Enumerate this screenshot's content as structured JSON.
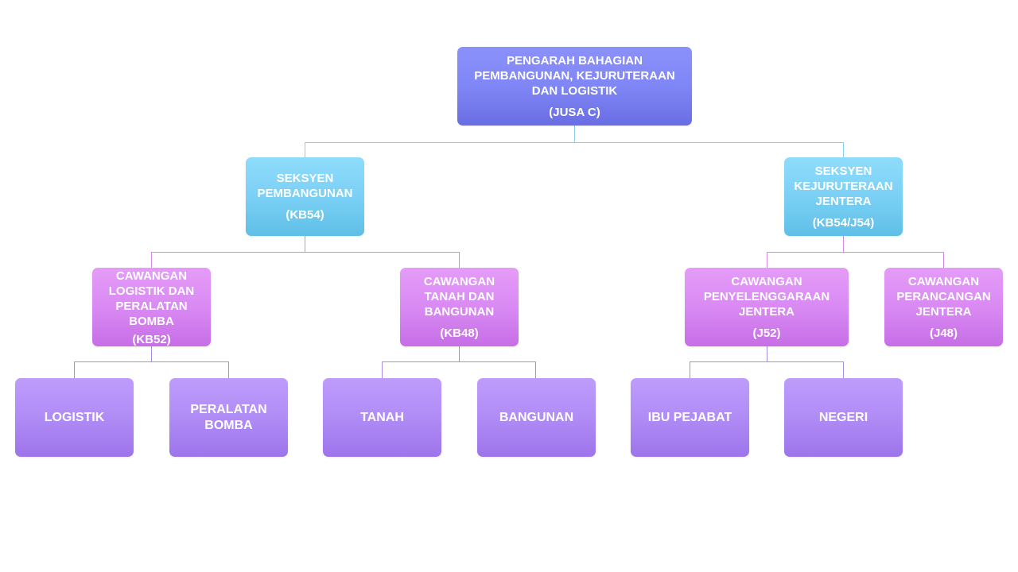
{
  "org_chart": {
    "head": {
      "name": "PENGARAH BAHAGIAN\nPEMBANGUNAN, KEJURUTERAAN\nDAN LOGISTIK",
      "code": "(JUSA C)"
    },
    "sections": [
      {
        "name": "SEKSYEN\nPEMBANGUNAN",
        "code": "(KB54)",
        "branches": [
          {
            "name": "CAWANGAN\nLOGISTIK DAN\nPERALATAN\nBOMBA",
            "code": "(KB52)",
            "units": [
              "LOGISTIK",
              "PERALATAN\nBOMBA"
            ]
          },
          {
            "name": "CAWANGAN\nTANAH DAN\nBANGUNAN",
            "code": "(KB48)",
            "units": [
              "TANAH",
              "BANGUNAN"
            ]
          }
        ]
      },
      {
        "name": "SEKSYEN\nKEJURUTERAAN\nJENTERA",
        "code": "(KB54/J54)",
        "branches": [
          {
            "name": "CAWANGAN\nPENYELENGGARAAN\nJENTERA",
            "code": "(J52)",
            "units": [
              "IBU PEJABAT",
              "NEGERI"
            ]
          },
          {
            "name": "CAWANGAN\nPERANCANGAN\nJENTERA",
            "code": "(J48)",
            "units": []
          }
        ]
      }
    ]
  },
  "colors": {
    "head": "#7f86f5",
    "section": "#7bd0f5",
    "branch": "#d98af3",
    "unit": "#b08cf6",
    "connector_level1": "#86cfee",
    "connector_level2": "#d38be8",
    "connector_level3": "#a78be6"
  }
}
